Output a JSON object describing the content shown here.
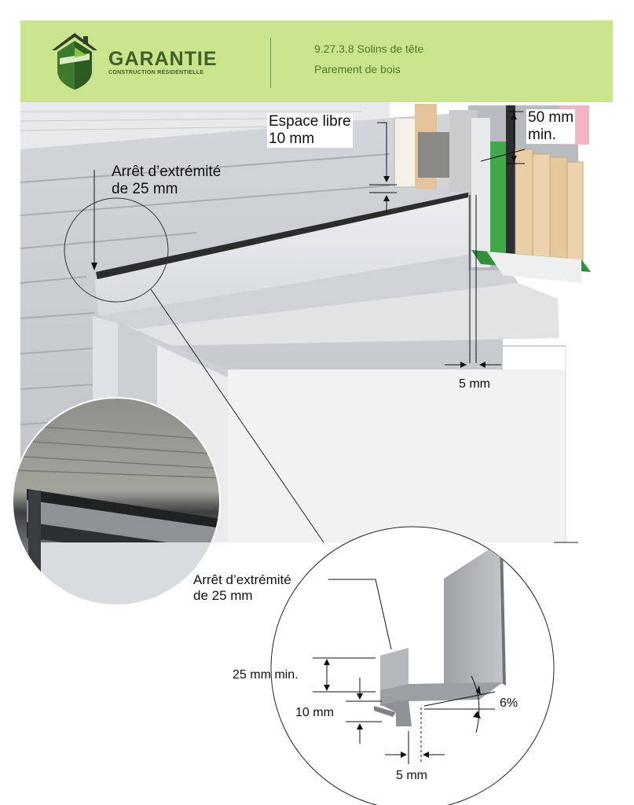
{
  "header": {
    "brand_name": "GARANTIE",
    "brand_sub": "CONSTRUCTION RÉSIDENTIELLE",
    "section_code": "9.27.3.8 Solins de tête",
    "section_title": "Parement de bois"
  },
  "labels": {
    "espace_libre_1": "Espace libre",
    "espace_libre_2": "10 mm",
    "clearance_top_1": "50 mm",
    "clearance_top_2": "min.",
    "end_stop_top_1": "Arrêt d’extrémité",
    "end_stop_top_2": "de 25 mm",
    "gap_5mm_top": "5 mm",
    "end_stop_detail_1": "Arrêt d’extrémité",
    "end_stop_detail_2": "de 25 mm",
    "dim_25mm": "25 mm min.",
    "dim_10mm": "10 mm",
    "slope": "6%",
    "gap_5mm_detail": "5 mm"
  },
  "colors": {
    "header_green": "#c9e48c",
    "brand_green": "#3f5f2c",
    "text_green": "#4e7a2a",
    "siding": "#c9ccd0",
    "trim": "#e7e9eb",
    "flashing": "#a9acb0",
    "wood": "#e3c49a",
    "membrane": "#43a848",
    "insulation": "#f0b6c6"
  }
}
